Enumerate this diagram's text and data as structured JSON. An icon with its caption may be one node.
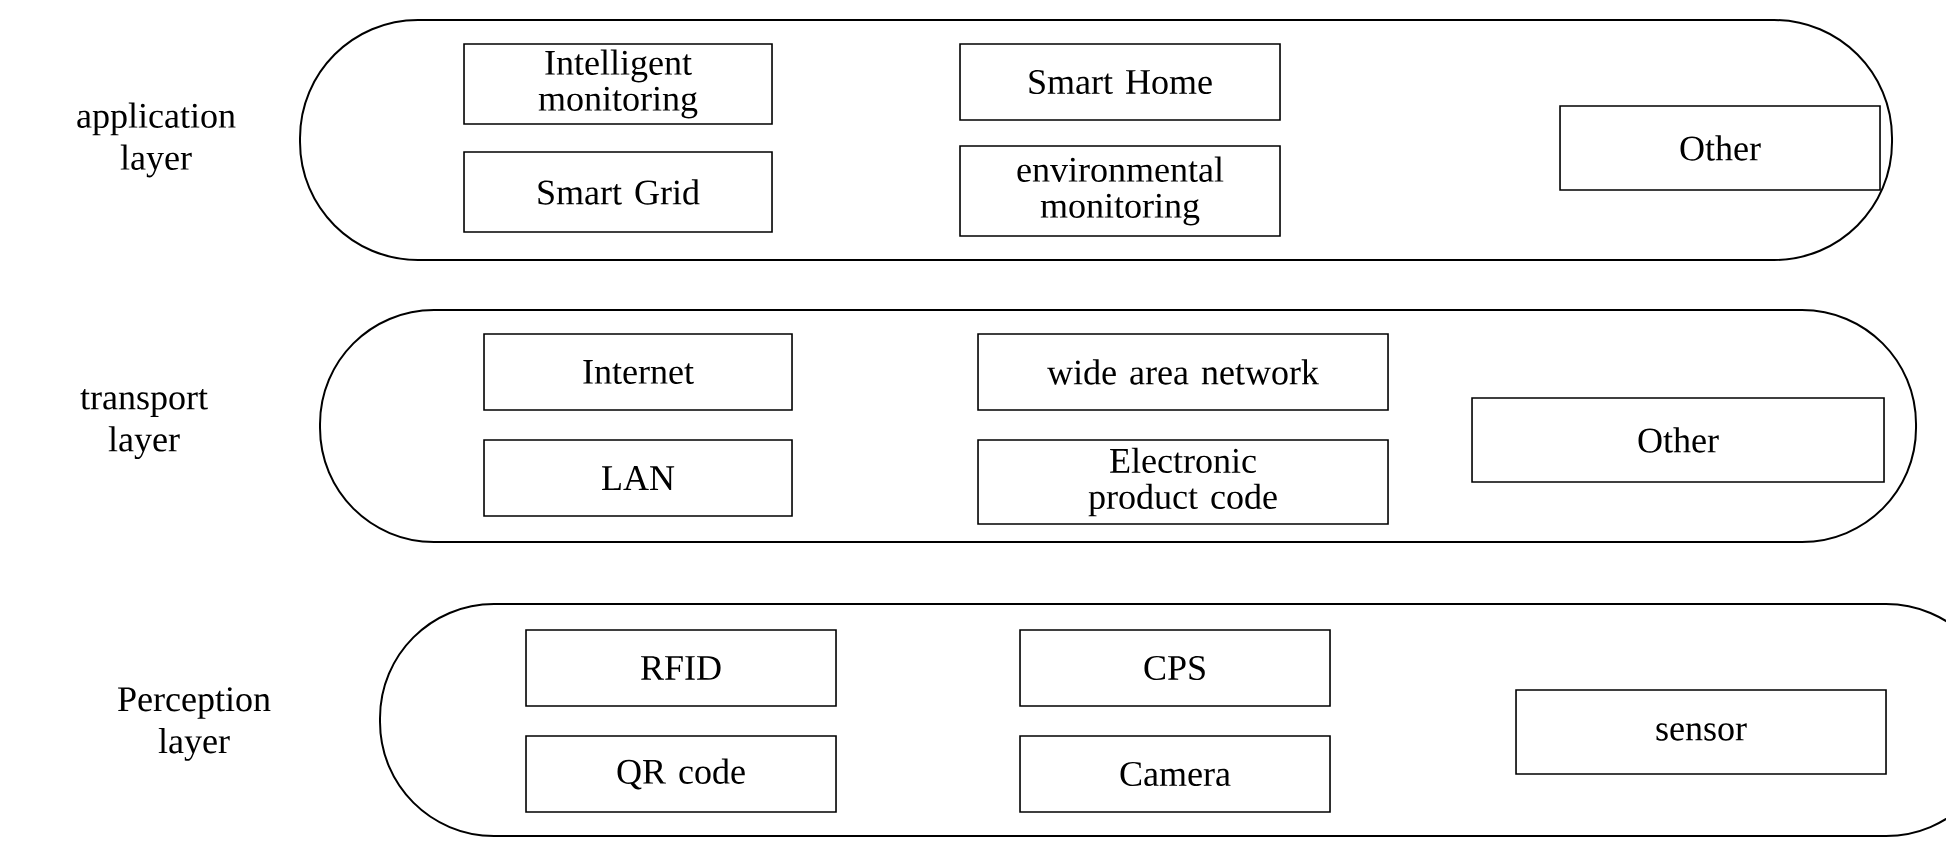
{
  "diagram": {
    "nodes": [
      {
        "text": [
          "application layer"
        ]
      },
      {
        "text": [
          "Intelligent monitoring"
        ],
        "in": 0
      },
      {
        "text": [
          "Smart Home"
        ],
        "in": 0
      },
      {
        "text": [
          "Smart Grid"
        ],
        "in": 0
      },
      {
        "text": [
          "environmental monitoring"
        ],
        "in": 0
      },
      {
        "text": [
          "Other"
        ],
        "in": 0
      },
      {
        "text": [
          "transport layer"
        ]
      },
      {
        "text": [
          "Internet"
        ],
        "in": 6
      },
      {
        "text": [
          "wide area network"
        ],
        "in": 6
      },
      {
        "text": [
          "LAN"
        ],
        "in": 6
      },
      {
        "text": [
          "Electronic product code"
        ],
        "in": 6
      },
      {
        "text": [
          "Other"
        ],
        "in": 6
      },
      {
        "text": [
          "Perception layer"
        ]
      },
      {
        "text": [
          "RFID"
        ],
        "in": 12
      },
      {
        "text": [
          "CPS"
        ],
        "in": 12
      },
      {
        "text": [
          "QR code"
        ],
        "in": 12
      },
      {
        "text": [
          "Camera"
        ],
        "in": 12
      },
      {
        "text": [
          "sensor"
        ],
        "in": 12
      }
    ]
  }
}
